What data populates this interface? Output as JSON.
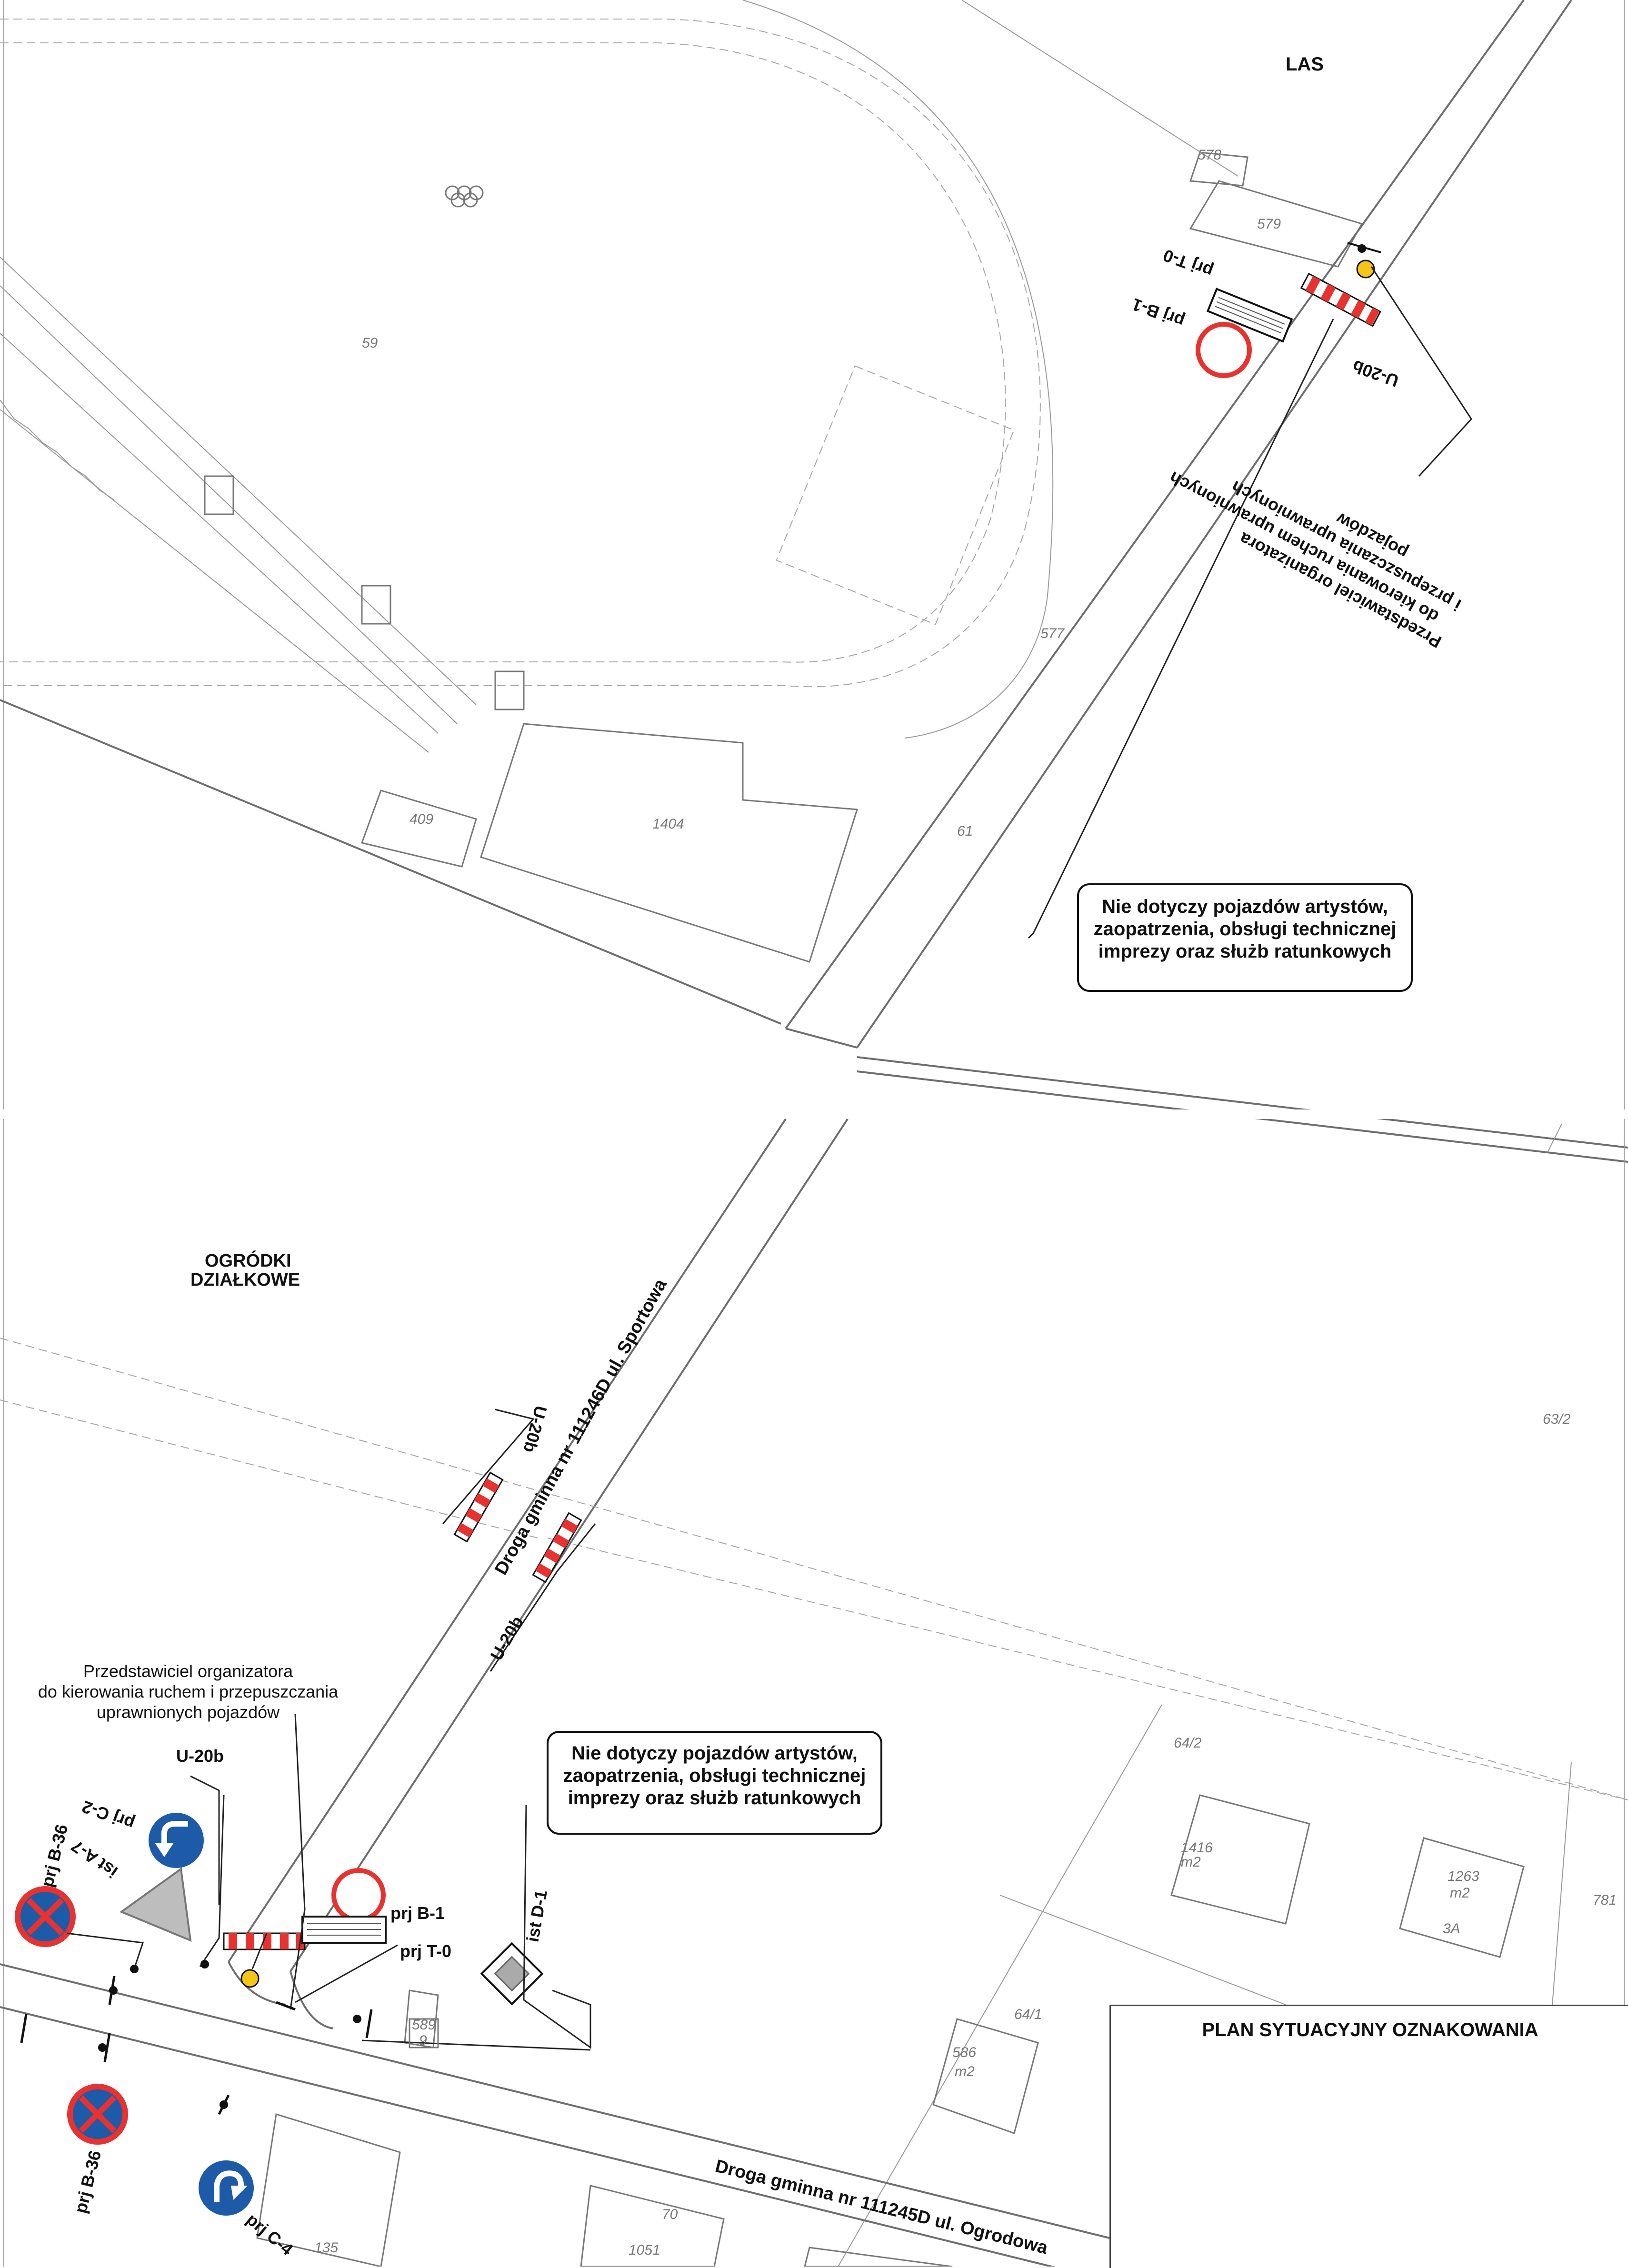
{
  "areas": {
    "las": "LAS",
    "ogrodki": [
      "OGRÓDKI",
      "DZIAŁKOWE"
    ]
  },
  "roads": {
    "sportowa": "Droga gminna nr 111246D ul. Sportowa",
    "ogrodowa": "Droga gminna nr 111245D ul. Ogrodowa"
  },
  "parcels": [
    "59",
    "578",
    "579",
    "577",
    "409",
    "1404",
    "61",
    "63/2",
    "64/2",
    "1416",
    "m2",
    "1263",
    "m2",
    "3A",
    "781",
    "64/1",
    "586",
    "m2",
    "589",
    "9",
    "70",
    "1051",
    "135"
  ],
  "notes": {
    "top": [
      "Nie dotyczy pojazdów artystów,",
      "zaopatrzenia, obsługi technicznej",
      "imprezy oraz służb ratunkowych"
    ],
    "bottom": [
      "Nie dotyczy pojazdów artystów,",
      "zaopatrzenia, obsługi technicznej",
      "imprezy oraz służb ratunkowych"
    ]
  },
  "representative": {
    "top": [
      "Przedstawiciel organizatora",
      "do kierowania ruchem uprawnionych",
      "i przepuszczania uprawnionych",
      "pojazdów"
    ],
    "bottom": [
      "Przedstawiciel organizatora",
      "do kierowania ruchem i przepuszczania",
      "uprawnionych pojazdów"
    ]
  },
  "signs": {
    "prj_t0": "prj T-0",
    "prj_b1": "prj B-1",
    "u20b": "U-20b",
    "prj_c2": "prj C-2",
    "ist_a7": "ist A-7",
    "prj_b36": "prj B-36",
    "ist_d1": "ist D-1",
    "prj_c4": "prj C-4"
  },
  "legend": {
    "title": "PLAN SYTUACYJNY OZNAKOWANIA"
  },
  "colors": {
    "sign_red": "#e8322f",
    "sign_blue": "#1d5aa8",
    "signal_yellow": "#f5c518",
    "barrier_red": "#e8322f"
  }
}
